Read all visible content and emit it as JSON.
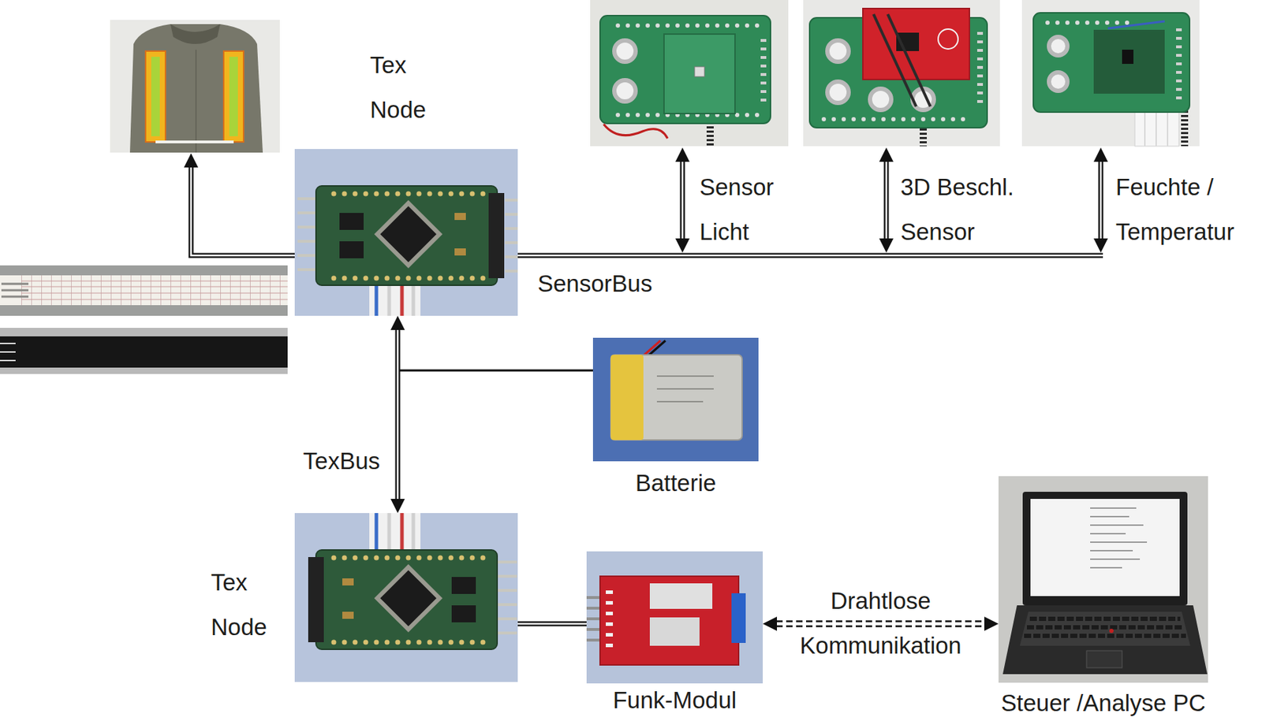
{
  "diagram": {
    "nodes": [
      {
        "text": [
          "Tex Node"
        ]
      },
      {
        "text": [
          "Batterie"
        ]
      },
      {
        "text": [
          "Tex Node"
        ]
      },
      {
        "text": [
          "Funk-Modul"
        ]
      },
      {
        "text": [
          "Steuer /Analyse PC"
        ]
      }
    ],
    "edges": [
      {
        "from": 0,
        "to": 2,
        "arrow": "both",
        "label": "TexBus"
      },
      {
        "from": 2,
        "to": 3,
        "arrow": "none"
      },
      {
        "from": 3,
        "to": 4,
        "arrow": "both",
        "label": "Drahtlose Kommunikation"
      }
    ],
    "labels": [
      "SensorBus",
      "Sensor Licht",
      "3D Beschl. Sensor",
      "Feuchte / Temperatur"
    ]
  }
}
